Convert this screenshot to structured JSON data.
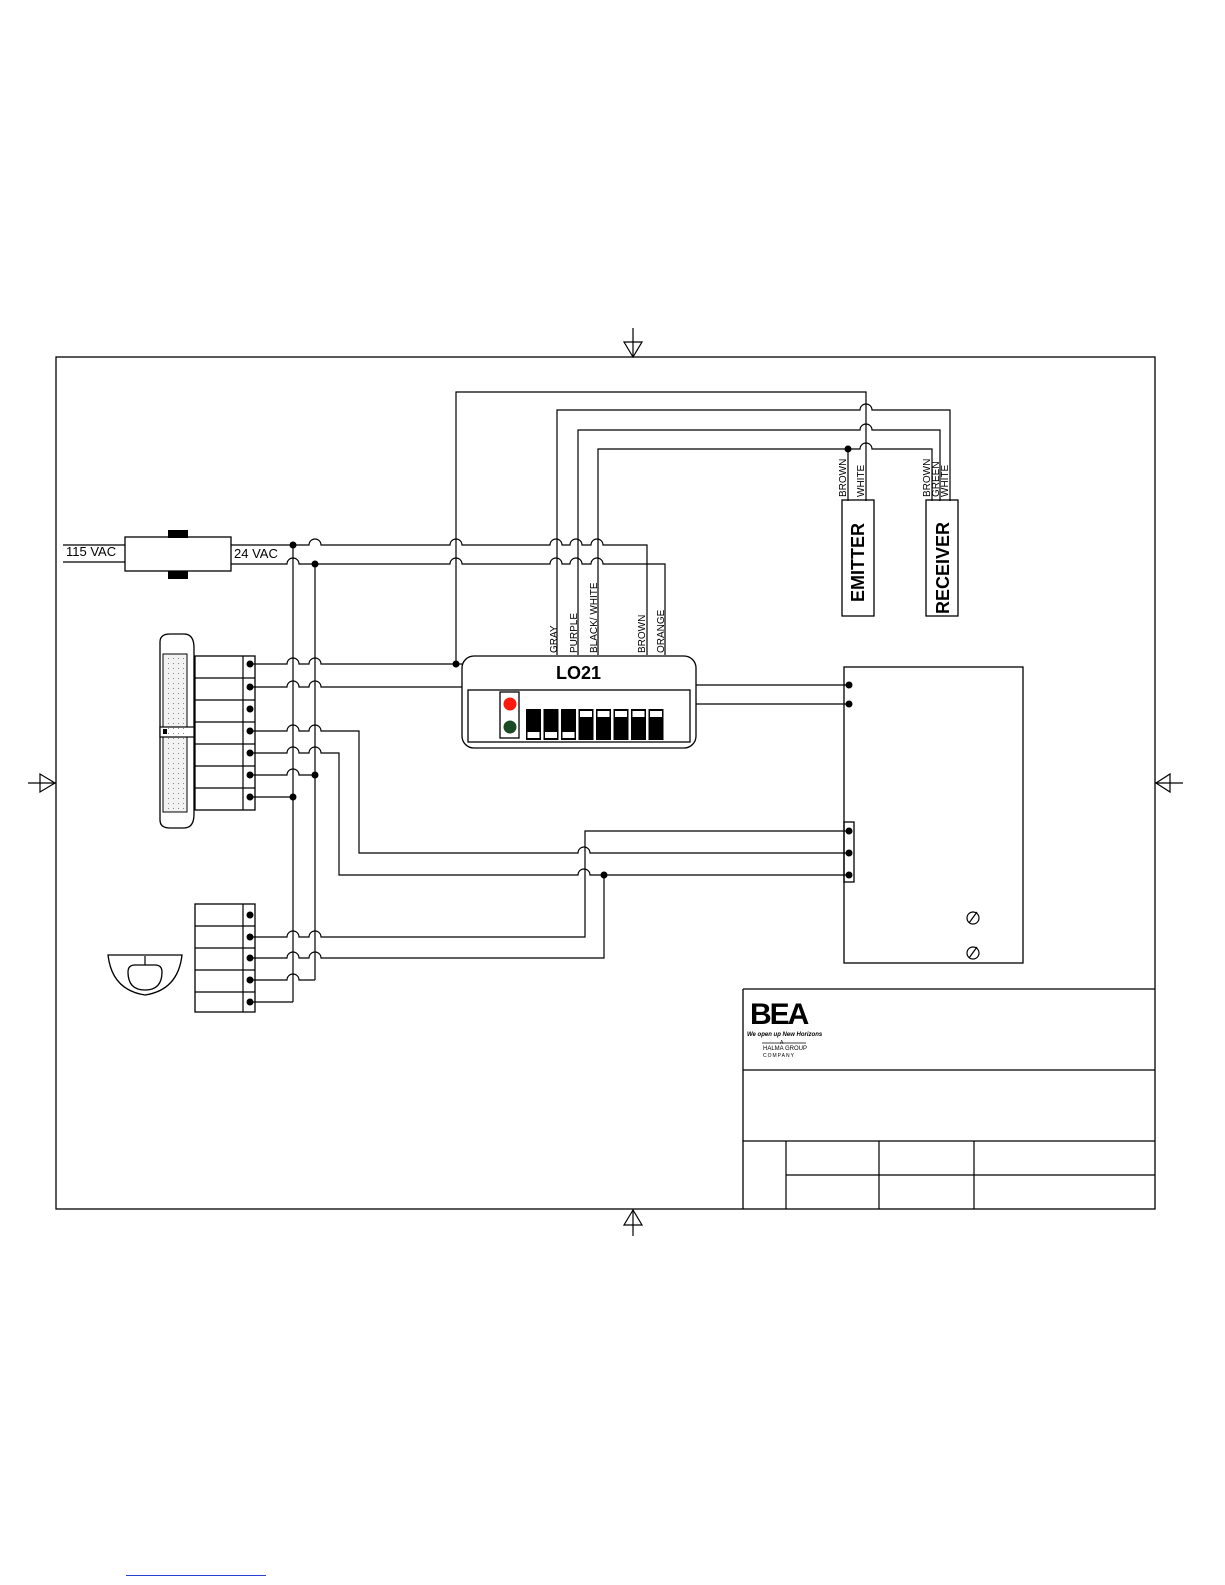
{
  "labels": {
    "transformer_in": "115 VAC",
    "transformer_out": "24  VAC",
    "module": "LO21",
    "emitter": "EMITTER",
    "receiver": "RECEIVER"
  },
  "lo21_wires": [
    "GRAY",
    "PURPLE",
    "BLACK/ WHITE",
    "BROWN",
    "ORANGE"
  ],
  "emitter_wires": [
    "BROWN",
    "WHITE"
  ],
  "receiver_wires": [
    "BROWN",
    "GREEN",
    "WHITE"
  ],
  "dip_switches": [
    "off",
    "off",
    "off",
    "on",
    "on",
    "on",
    "on",
    "on"
  ],
  "indicator_colors": {
    "red": "#ff1a10",
    "green": "#1c4a23"
  },
  "logo": {
    "brand": "BEA",
    "tagline": "We open up New Horizons",
    "group_line1": "A",
    "group_line2": "HALMA GROUP",
    "group_line3": "COMPANY"
  }
}
